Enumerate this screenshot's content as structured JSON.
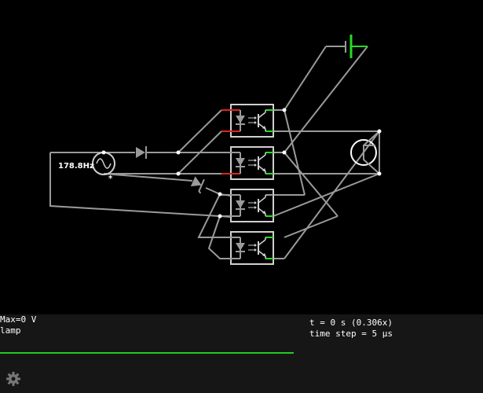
{
  "circuit": {
    "source_frequency": "178.8Hz",
    "source_marker": "*"
  },
  "scope": {
    "max_label": "Max=0 V",
    "element_label": "lamp"
  },
  "status": {
    "time": "t = 0 s (0.306x)",
    "time_step": "time step = 5 µs"
  },
  "colors": {
    "wire": "#9a9a9a",
    "component": "#d0d0d0",
    "positive": "#22dd22",
    "negative": "#dd2222",
    "node": "#ffffff",
    "scope_trace": "#22cc22"
  },
  "icons": {
    "settings": "gear-icon"
  }
}
